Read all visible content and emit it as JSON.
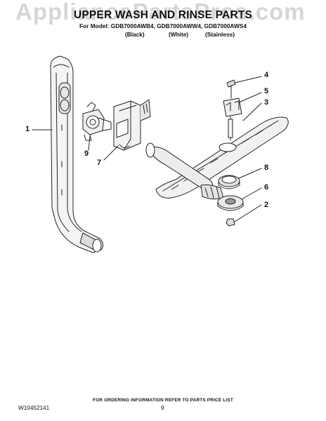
{
  "watermark": "AppliancePartsPros.com",
  "header": {
    "title": "UPPER WASH AND RINSE PARTS",
    "model_line": "For Model: GDB7000AWB4, GDB7000AWW4, GDB7000AWS4",
    "variants": [
      "(Black)",
      "(White)",
      "(Stainless)"
    ]
  },
  "callouts": [
    "1",
    "2",
    "3",
    "4",
    "5",
    "6",
    "7",
    "8",
    "9"
  ],
  "footer": {
    "note": "FOR ORDERING INFORMATION REFER TO PARTS PRICE LIST",
    "doc_number": "W10452141",
    "page_number": "9"
  }
}
